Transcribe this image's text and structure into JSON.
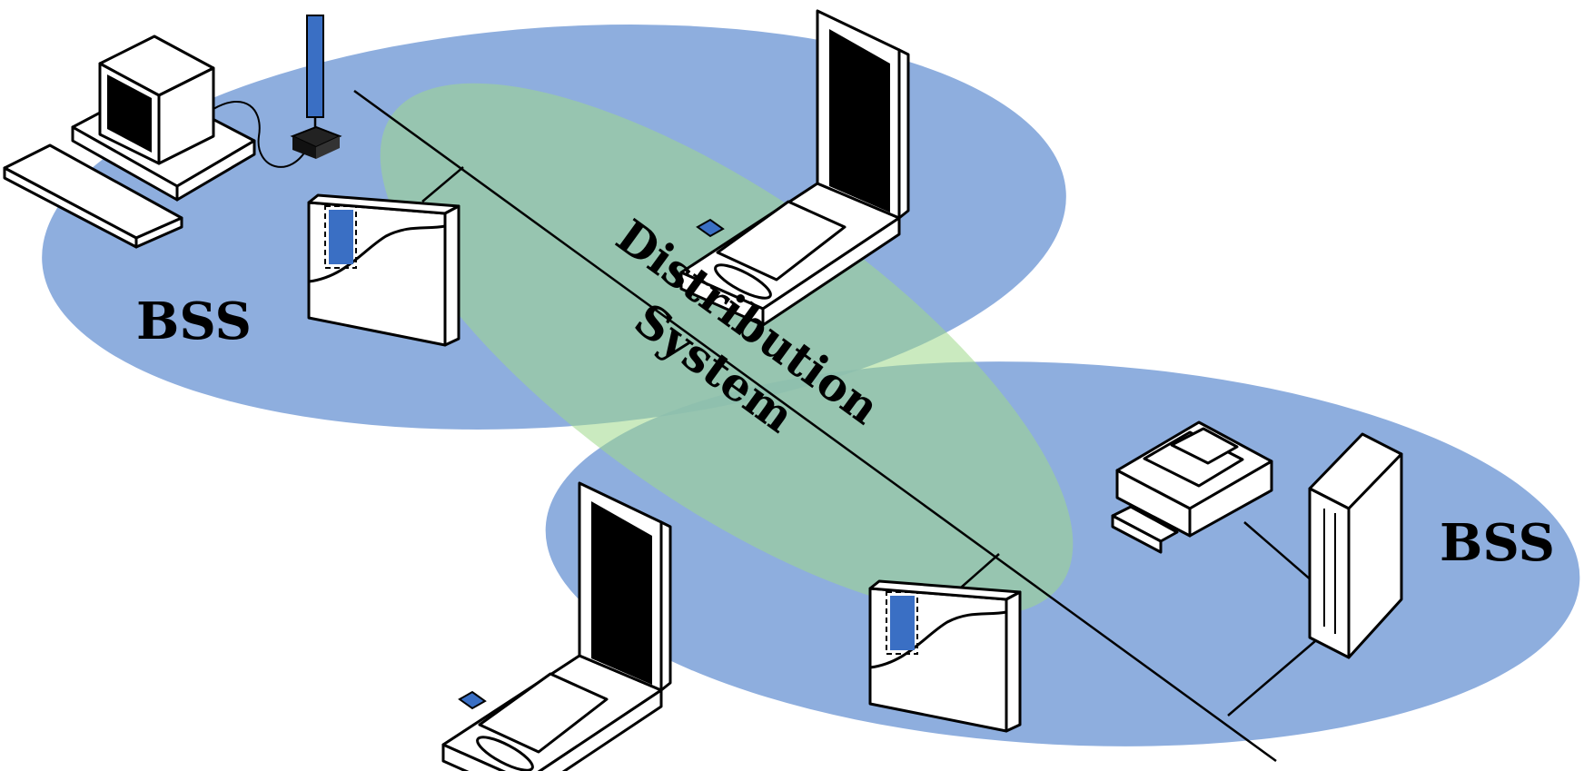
{
  "diagram": {
    "labels": {
      "bss_left": "BSS",
      "bss_right": "BSS",
      "distribution_line1": "Distribution",
      "distribution_line2": "System"
    },
    "colors": {
      "bss_area": "#7aa0d8",
      "distribution_area": "#9ed88a",
      "card": "#3a6fc4",
      "background": "#ffffff"
    },
    "icons": [
      "desktop-computer-icon",
      "antenna-icon",
      "access-point-icon",
      "laptop-icon",
      "printer-icon",
      "server-tower-icon"
    ]
  }
}
